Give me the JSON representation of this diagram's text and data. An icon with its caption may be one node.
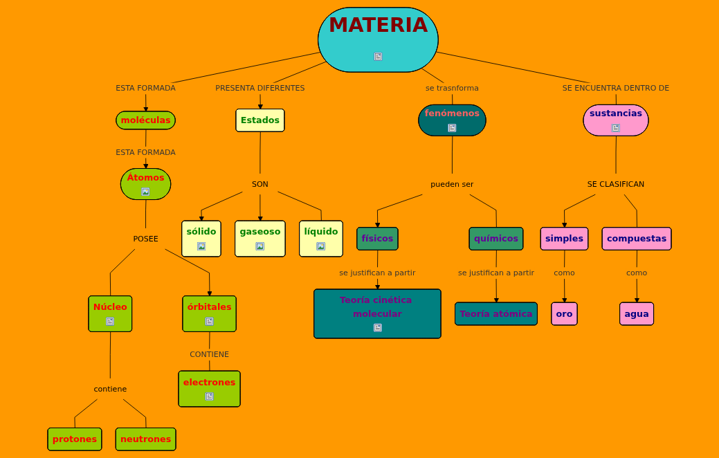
{
  "diagram": {
    "nodes": [
      {
        "text": [
          "moléculas"
        ]
      },
      {
        "text": [
          "Átomos"
        ]
      },
      {
        "text": [
          "POSEE"
        ]
      },
      {
        "text": [
          "MATERIA"
        ]
      },
      {
        "text": [
          "Estados"
        ]
      },
      {
        "text": [
          "Núcleo"
        ]
      },
      {
        "text": [
          "órbitales"
        ]
      },
      {
        "text": [
          "SON"
        ]
      },
      {
        "text": [
          "sólido"
        ]
      },
      {
        "text": [
          "gaseoso"
        ]
      },
      {
        "text": [
          "contiene"
        ]
      },
      {
        "text": [
          "líquido"
        ]
      },
      {
        "text": [
          "protones"
        ]
      },
      {
        "text": [
          "neutrones"
        ]
      },
      {
        "text": [
          "electrones"
        ]
      },
      {
        "text": [
          "fenómenos"
        ]
      },
      {
        "text": [
          "pueden ser"
        ]
      },
      {
        "text": [
          "físicos"
        ]
      },
      {
        "text": [
          "Teoría cinética molecular"
        ]
      },
      {
        "text": [
          "sustancias"
        ]
      },
      {
        "text": [
          "químicos"
        ]
      },
      {
        "text": [
          "Teoría atómica"
        ]
      },
      {
        "text": [
          "SE CLASIFICAN"
        ]
      },
      {
        "text": [
          "simples"
        ]
      },
      {
        "text": [
          "oro"
        ]
      },
      {
        "text": [
          "compuestas"
        ]
      },
      {
        "text": [
          "agua"
        ]
      }
    ],
    "edges": [
      {
        "from": 3,
        "to": 0,
        "arrow": "to",
        "label": "ESTA FORMADA"
      },
      {
        "from": 0,
        "to": 1,
        "arrow": "to",
        "label": "ESTA FORMADA"
      },
      {
        "from": 3,
        "to": 4,
        "arrow": "to",
        "label": "PRESENTA DIFERENTES"
      },
      {
        "from": 4,
        "to": 7,
        "arrow": "none"
      },
      {
        "from": 7,
        "to": 8,
        "arrow": "to"
      },
      {
        "from": 7,
        "to": 9,
        "arrow": "to"
      },
      {
        "from": 7,
        "to": 11,
        "arrow": "none"
      },
      {
        "from": 1,
        "to": 2,
        "arrow": "none"
      },
      {
        "from": 2,
        "to": 5,
        "arrow": "none"
      },
      {
        "from": 2,
        "to": 6,
        "arrow": "to"
      },
      {
        "from": 5,
        "to": 10,
        "arrow": "none"
      },
      {
        "from": 10,
        "to": 12,
        "arrow": "none"
      },
      {
        "from": 10,
        "to": 13,
        "arrow": "none"
      },
      {
        "from": 6,
        "to": 14,
        "arrow": "none",
        "label": "CONTIENE"
      },
      {
        "from": 3,
        "to": 15,
        "arrow": "none",
        "label": "se trasnforma"
      },
      {
        "from": 3,
        "to": 19,
        "arrow": "none",
        "label": "SE ENCUENTRA DENTRO DE"
      },
      {
        "from": 15,
        "to": 16,
        "arrow": "none"
      },
      {
        "from": 16,
        "to": 17,
        "arrow": "to"
      },
      {
        "from": 16,
        "to": 20,
        "arrow": "none"
      },
      {
        "from": 17,
        "to": 18,
        "arrow": "to",
        "label": "se justifican a partir"
      },
      {
        "from": 20,
        "to": 21,
        "arrow": "to",
        "label": "se justifican a partir"
      },
      {
        "from": 19,
        "to": 22,
        "arrow": "none"
      },
      {
        "from": 22,
        "to": 23,
        "arrow": "to"
      },
      {
        "from": 22,
        "to": 25,
        "arrow": "none"
      },
      {
        "from": 23,
        "to": 24,
        "arrow": "to",
        "label": "como"
      },
      {
        "from": 25,
        "to": 26,
        "arrow": "to",
        "label": "como"
      }
    ]
  }
}
